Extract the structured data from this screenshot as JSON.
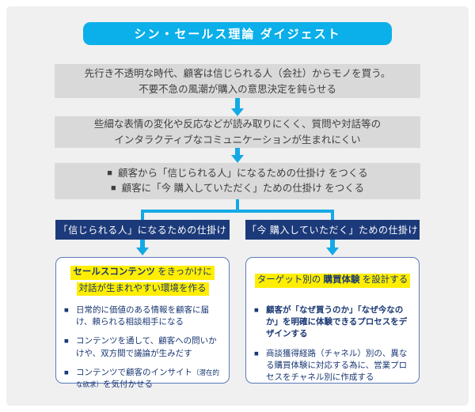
{
  "title": "シン・セールス理論 ダイジェスト",
  "glyphs": {
    "bullet": "■"
  },
  "colors": {
    "accent_cyan": "#0bafe9",
    "navy": "#1c3a7a",
    "gray_box": "#d9d9da",
    "highlight_yellow": "#ffee00",
    "box_border_blue": "#5b79b8",
    "panel_bg": "#f0f0f1"
  },
  "flow": {
    "box1_line1": "先行き不透明な時代、顧客は信じられる人（会社）からモノを買う。",
    "box1_line2": "不要不急の風潮が購入の意思決定を鈍らせる",
    "box2_line1": "些細な表情の変化や反応などが読み取りにくく、質問や対話等の",
    "box2_line2": "インタラクティブなコミュニケーションが生まれにくい",
    "box3_items": [
      {
        "text": "顧客から「信じられる人」になるための仕掛け をつくる"
      },
      {
        "text": "顧客に「今 購入していただく」ための仕掛け をつくる"
      }
    ]
  },
  "branches": {
    "left": {
      "header": "「信じられる人」になるための仕掛け",
      "headline_bold": "セールスコンテンツ",
      "headline_rest": " をきっかけに",
      "headline_line2": "対話が生まれやすい環境を作る",
      "bullets": [
        {
          "text": "日常的に価値のある情報を顧客に届け、頼られる相談相手になる"
        },
        {
          "text": "コンテンツを通して、顧客への問いかけや、双方間で議論が生みだす"
        },
        {
          "text": "コンテンツで顧客のインサイト",
          "note": "（潜在的な欲求）",
          "text2": "を気付かせる"
        }
      ]
    },
    "right": {
      "header": "「今 購入していただく」ための仕掛け",
      "headline_pre": "ターゲット別の ",
      "headline_bold": "購買体験",
      "headline_post": " を設計する",
      "bullets": [
        {
          "text": "顧客が「なぜ買うのか」「なぜ今なのか」を明確に体験できるプロセスをデザインする"
        },
        {
          "text": "商談獲得経路（チャネル）別の、異なる購買体験に対応する為に、営業プロセスをチャネル別に作成する"
        }
      ]
    }
  }
}
